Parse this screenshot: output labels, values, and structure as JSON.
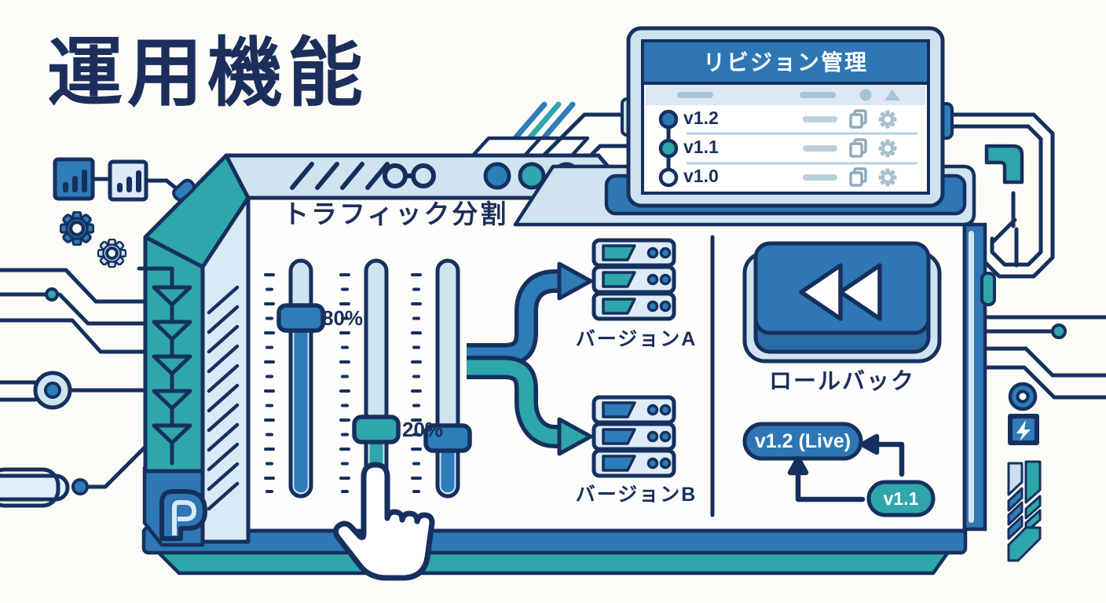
{
  "title": "運用機能",
  "revision_panel": {
    "title": "リビジョン管理",
    "versions": [
      "v1.2",
      "v1.1",
      "v1.0"
    ]
  },
  "traffic": {
    "title": "トラフィック分割",
    "slider1_value": "80%",
    "slider2_value": "20%",
    "version_a": "バージョンA",
    "version_b": "バージョンB"
  },
  "rollback": {
    "label": "ロールバック",
    "live_badge": "v1.2 (Live)",
    "rollback_target": "v1.1"
  },
  "colors": {
    "navy": "#16305e",
    "title_navy": "#1c2f5c",
    "blue": "#2e77b4",
    "teal": "#2fa6a9",
    "light_blue": "#cfe3f1",
    "panel_white": "#fdfdfb"
  }
}
